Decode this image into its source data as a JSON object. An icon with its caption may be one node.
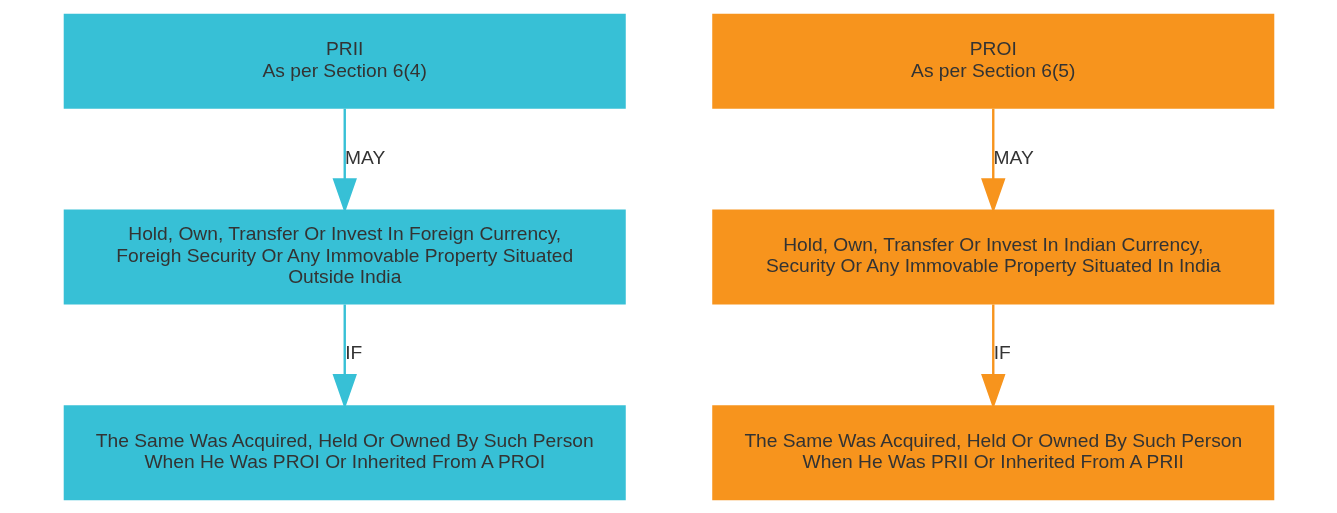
{
  "diagram": {
    "nodes": [
      {
        "text": [
          "PRII",
          "As per Section 6(4)"
        ]
      },
      {
        "text": [
          "PROI",
          "As per Section 6(5)"
        ]
      },
      {
        "text": [
          "Hold, Own, Transfer Or Invest In Foreign Currency, Foreigh Security Or Any Immovable Property Situated Outside India"
        ]
      },
      {
        "text": [
          "Hold, Own, Transfer Or Invest In Indian Currency, Security Or Any Immovable Property Situated In India"
        ]
      },
      {
        "text": [
          "The Same Was Acquired, Held Or Owned By Such Person When He Was PROI Or Inherited From A PROI"
        ]
      },
      {
        "text": [
          "The Same Was Acquired, Held Or Owned By Such Person When He Was PRII Or Inherited From A PRII"
        ]
      }
    ],
    "edges": [
      {
        "from": 0,
        "to": 2,
        "arrow": "to",
        "label": "MAY",
        "color": "#37c0d6"
      },
      {
        "from": 1,
        "to": 3,
        "arrow": "to",
        "label": "MAY",
        "color": "#f7941d"
      },
      {
        "from": 2,
        "to": 4,
        "arrow": "to",
        "label": "IF",
        "color": "#37c0d6"
      },
      {
        "from": 3,
        "to": 5,
        "arrow": "to",
        "label": "IF",
        "color": "#f7941d"
      }
    ]
  }
}
